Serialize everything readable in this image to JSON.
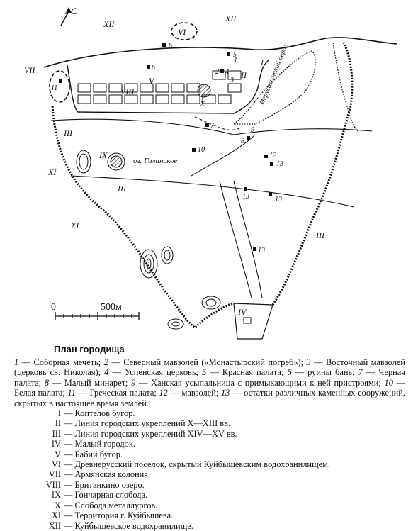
{
  "map": {
    "north": "С",
    "lake": "оз. Галанское",
    "ravine": "Иерусалимский овраг",
    "scale": {
      "zero": "0",
      "distance": "500м"
    },
    "labels": {
      "I": "I",
      "II": "II",
      "III": "III",
      "IV": "IV",
      "V": "V",
      "VI": "VI",
      "VII": "VII",
      "VIII": "VIII",
      "IX": "IX",
      "X": "X",
      "XI": "XI",
      "XII": "XII"
    },
    "numbers": {
      "n1": "1",
      "n2": "2",
      "n3": "3",
      "n4": "4",
      "n5": "5",
      "n6a": "6",
      "n6b": "6",
      "n7": "7",
      "n8": "8",
      "n9": "9",
      "n10": "10",
      "n11": "11",
      "n12": "12",
      "n13a": "13",
      "n13b": "13",
      "n13c": "13",
      "n13d": "13"
    }
  },
  "legend": {
    "title": "План городища",
    "items": [
      {
        "num": "1",
        "text": "— Соборная мечеть;"
      },
      {
        "num": "2",
        "text": "— Северный мавзолей («Монастырский погреб»);"
      },
      {
        "num": "3",
        "text": "— Восточный мавзолей (церковь св. Николая);"
      },
      {
        "num": "4",
        "text": "— Успенская церковь;"
      },
      {
        "num": "5",
        "text": "— Красная палата;"
      },
      {
        "num": "6",
        "text": "— руины бань;"
      },
      {
        "num": "7",
        "text": "— Черная палата;"
      },
      {
        "num": "8",
        "text": "— Малый минарет;"
      },
      {
        "num": "9",
        "text": "— Ханская усыпальница с примыкающими к ней пристроями;"
      },
      {
        "num": "10",
        "text": "— Белая палата;"
      },
      {
        "num": "11",
        "text": "— Греческая палата;"
      },
      {
        "num": "12",
        "text": "— мавзолей;"
      },
      {
        "num": "13",
        "text": "— остатки различных каменных сооружений, скрытых в настоящее время землей."
      }
    ],
    "roman": [
      {
        "num": "I",
        "text": "— Коптелов бугор."
      },
      {
        "num": "II",
        "text": "— Линия городских укреплений X—XIII вв."
      },
      {
        "num": "III",
        "text": "— Линия городских укреплений XIV—XV вв."
      },
      {
        "num": "IV",
        "text": "— Малый городок."
      },
      {
        "num": "V",
        "text": "— Бабий бугор."
      },
      {
        "num": "VI",
        "text": "— Древнерусский поселок, скрытый Куйбышевским водохранилищем."
      },
      {
        "num": "VII",
        "text": "— Армянская колония."
      },
      {
        "num": "VIII",
        "text": "— Британкино озеро."
      },
      {
        "num": "IX",
        "text": "— Гончарная слобода."
      },
      {
        "num": "X",
        "text": "— Слобода металлургов."
      },
      {
        "num": "XI",
        "text": "— Территория г. Куйбышева."
      },
      {
        "num": "XII",
        "text": "— Куйбышевское водохранилище."
      }
    ]
  }
}
